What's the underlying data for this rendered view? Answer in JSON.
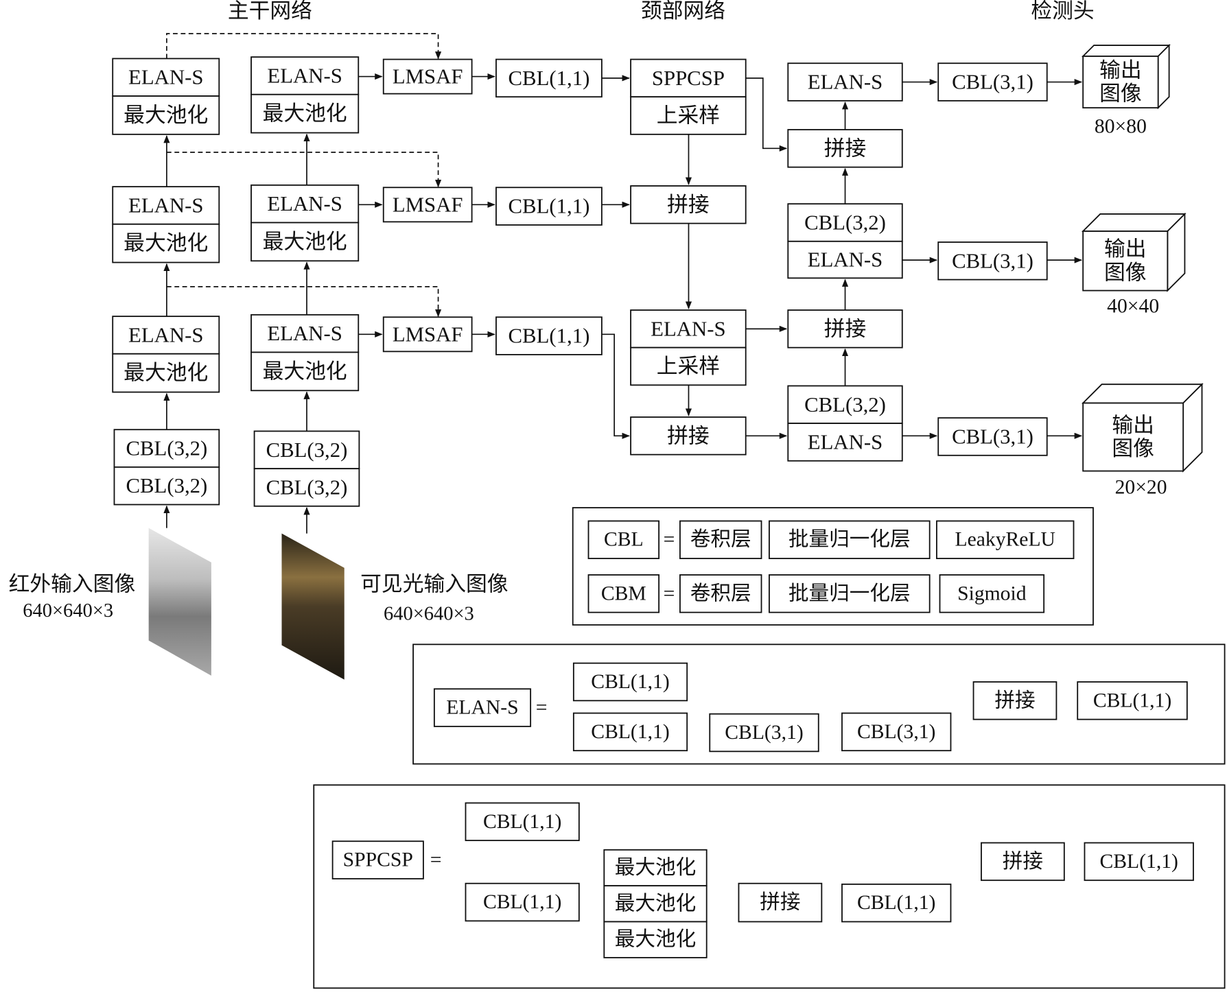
{
  "titles": {
    "backbone": "主干网络",
    "neck": "颈部网络",
    "head": "检测头"
  },
  "blocks": {
    "elan_s": "ELAN-S",
    "maxpool": "最大池化",
    "cbl32": "CBL(3,2)",
    "cbl11": "CBL(1,1)",
    "cbl31": "CBL(3,1)",
    "lmsaf": "LMSAF",
    "sppcsp": "SPPCSP",
    "upsample": "上采样",
    "concat": "拼接"
  },
  "outputs": {
    "line1": "输出",
    "line2": "图像",
    "sizes": [
      "80×80",
      "40×40",
      "20×20"
    ]
  },
  "inputs": {
    "ir_label": "红外输入图像",
    "ir_size": "640×640×3",
    "vis_label": "可见光输入图像",
    "vis_size": "640×640×3"
  },
  "legend": {
    "equals": "=",
    "rows": [
      {
        "name": "CBL",
        "parts": [
          "卷积层",
          "批量归一化层",
          "LeakyReLU"
        ]
      },
      {
        "name": "CBM",
        "parts": [
          "卷积层",
          "批量归一化层",
          "Sigmoid"
        ]
      }
    ]
  },
  "colors": {
    "line": "#111111",
    "ir_image": "#9a9a9a",
    "vis_image": "#3a3020"
  }
}
